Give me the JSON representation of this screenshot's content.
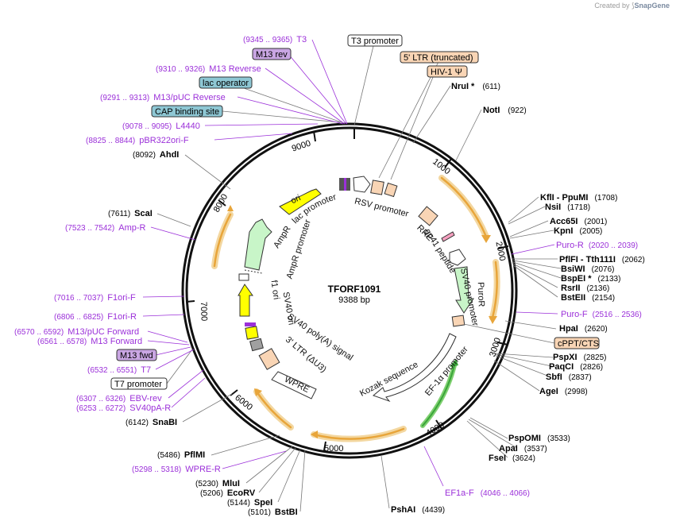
{
  "credit": {
    "prefix": "Created by",
    "brand": "SnapGene"
  },
  "plasmid": {
    "name": "TFORF1091",
    "length": "9388 bp"
  },
  "colors": {
    "backbone": "#111111",
    "primer": "#9b30d9",
    "orf_arrow": "#f0a830",
    "promoter_fill": "#ffffff",
    "ltr_fill": "#f9d5b5",
    "ampr_fill": "#c8f5c8",
    "ori_fill": "#ffff00",
    "puro_fill": "#c8f5c8",
    "cap_fill": "#8ec7d4",
    "m13_fill": "#c9a6e3",
    "sv40_fill": "#ffff00",
    "gray_fill": "#a0a0a0"
  },
  "ticks": [
    "1000",
    "2000",
    "3000",
    "4000",
    "5000",
    "6000",
    "7000",
    "8000",
    "9000"
  ],
  "sites": [
    {
      "id": "ahdi",
      "name": "AhdI",
      "coord": "(8092)"
    },
    {
      "id": "scai",
      "name": "ScaI",
      "coord": "(7611)"
    },
    {
      "id": "snabi",
      "name": "SnaBI",
      "coord": "(6142)"
    },
    {
      "id": "pfimi",
      "name": "PflMI",
      "coord": "(5486)"
    },
    {
      "id": "mlui",
      "name": "MluI",
      "coord": "(5230)"
    },
    {
      "id": "ecorv",
      "name": "EcoRV",
      "coord": "(5206)"
    },
    {
      "id": "spei",
      "name": "SpeI",
      "coord": "(5144)"
    },
    {
      "id": "bstbi",
      "name": "BstBI",
      "coord": "(5101)"
    },
    {
      "id": "pshai",
      "name": "PshAI",
      "coord": "(4439)"
    },
    {
      "id": "fsei",
      "name": "FseI",
      "coord": "(3624)"
    },
    {
      "id": "apai",
      "name": "ApaI",
      "coord": "(3537)"
    },
    {
      "id": "pspomi",
      "name": "PspOMI",
      "coord": "(3533)"
    },
    {
      "id": "agei",
      "name": "AgeI",
      "coord": "(2998)"
    },
    {
      "id": "sbfi",
      "name": "SbfI",
      "coord": "(2837)"
    },
    {
      "id": "paqci",
      "name": "PaqCI",
      "coord": "(2826)"
    },
    {
      "id": "pspxi",
      "name": "PspXI",
      "coord": "(2825)"
    },
    {
      "id": "hpai",
      "name": "HpaI",
      "coord": "(2620)"
    },
    {
      "id": "bsteii",
      "name": "BstEII",
      "coord": "(2154)"
    },
    {
      "id": "rsrii",
      "name": "RsrII",
      "coord": "(2136)"
    },
    {
      "id": "bspei",
      "name": "BspEI *",
      "coord": "(2133)"
    },
    {
      "id": "bsiwi",
      "name": "BsiWI",
      "coord": "(2076)"
    },
    {
      "id": "pflfi",
      "name": "PflFI - Tth111I",
      "coord": "(2062)"
    },
    {
      "id": "kpni",
      "name": "KpnI",
      "coord": "(2005)"
    },
    {
      "id": "acc65i",
      "name": "Acc65I",
      "coord": "(2001)"
    },
    {
      "id": "nsii",
      "name": "NsiI",
      "coord": "(1718)"
    },
    {
      "id": "kfli",
      "name": "KflI - PpuMI",
      "coord": "(1708)"
    },
    {
      "id": "noti",
      "name": "NotI",
      "coord": "(922)"
    },
    {
      "id": "nrui",
      "name": "NruI *",
      "coord": "(611)"
    }
  ],
  "primers": [
    {
      "id": "t3",
      "name": "T3",
      "coord": "(9345 .. 9365)"
    },
    {
      "id": "m13rev2",
      "name": "M13 Reverse",
      "coord": "(9310 .. 9326)"
    },
    {
      "id": "m13puc-rev",
      "name": "M13/pUC Reverse",
      "coord": "(9291 .. 9313)"
    },
    {
      "id": "l4440",
      "name": "L4440",
      "coord": "(9078 .. 9095)"
    },
    {
      "id": "pbr322",
      "name": "pBR322ori-F",
      "coord": "(8825 .. 8844)"
    },
    {
      "id": "amp-r",
      "name": "Amp-R",
      "coord": "(7523 .. 7542)"
    },
    {
      "id": "f1ori-f",
      "name": "F1ori-F",
      "coord": "(7016 .. 7037)"
    },
    {
      "id": "f1ori-r",
      "name": "F1ori-R",
      "coord": "(6806 .. 6825)"
    },
    {
      "id": "m13puc-fwd",
      "name": "M13/pUC Forward",
      "coord": "(6570 .. 6592)"
    },
    {
      "id": "m13-fwd",
      "name": "M13 Forward",
      "coord": "(6561 .. 6578)"
    },
    {
      "id": "t7",
      "name": "T7",
      "coord": "(6532 .. 6551)"
    },
    {
      "id": "ebv-rev",
      "name": "EBV-rev",
      "coord": "(6307 .. 6326)"
    },
    {
      "id": "sv40pa-r",
      "name": "SV40pA-R",
      "coord": "(6253 .. 6272)"
    },
    {
      "id": "wpre-r",
      "name": "WPRE-R",
      "coord": "(5298 .. 5318)"
    },
    {
      "id": "ef1a-f",
      "name": "EF1a-F",
      "coord": "(4046 .. 4066)"
    },
    {
      "id": "puro-f",
      "name": "Puro-F",
      "coord": "(2516 .. 2536)"
    },
    {
      "id": "puro-r",
      "name": "Puro-R",
      "coord": "(2020 .. 2039)"
    }
  ],
  "boxed": {
    "m13rev": "M13 rev",
    "lac_operator": "lac operator",
    "cap_site": "CAP binding site",
    "m13fwd": "M13 fwd",
    "t7_promoter": "T7 promoter",
    "t3_promoter": "T3 promoter",
    "ltr5": "5' LTR (truncated)",
    "hiv": "HIV-1 Ψ",
    "cppt": "cPPT/CTS"
  },
  "features": {
    "ori": "ori",
    "lac_promoter": "lac promoter",
    "rsv_promoter": "RSV promoter",
    "rre": "RRE",
    "gp41": "gp41 peptide",
    "sv40_promoter": "SV40 promoter",
    "puror": "PuroR",
    "ef1a_promoter": "EF-1α promoter",
    "kozak": "Kozak sequence",
    "wpre": "WPRE",
    "ltr3": "3' LTR (ΔU3)",
    "sv40_polya": "SV40 poly(A) signal",
    "f1_ori": "f1 ori",
    "sv40_ori": "SV40 ori",
    "ampr_promoter": "AmpR promoter",
    "ampr": "AmpR"
  }
}
